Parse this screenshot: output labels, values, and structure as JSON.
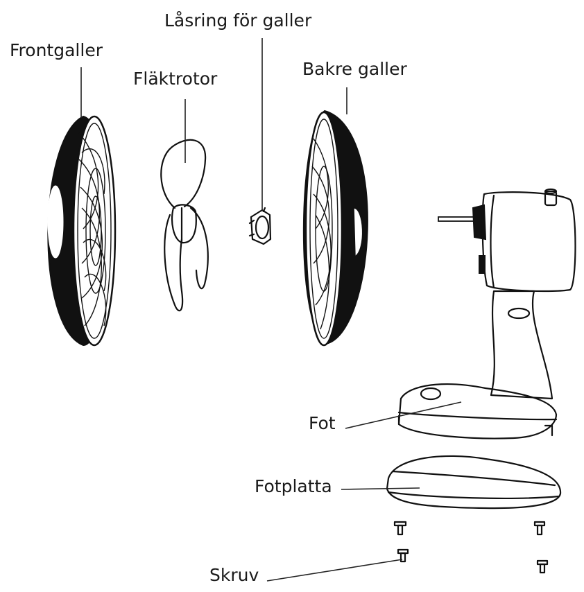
{
  "labels": {
    "front_grille": "Frontgaller",
    "fan_rotor": "Fläktrotor",
    "locking_ring": "Låsring för galler",
    "rear_grille": "Bakre galler",
    "foot": "Fot",
    "foot_plate": "Fotplatta",
    "screw": "Skruv"
  }
}
